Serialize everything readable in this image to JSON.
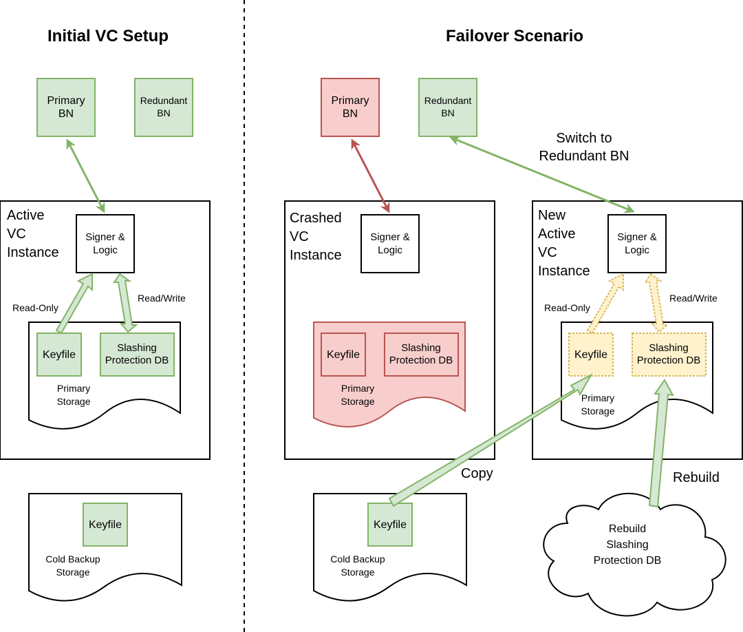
{
  "headings": {
    "left": "Initial VC Setup",
    "right": "Failover Scenario"
  },
  "initial": {
    "primary_bn": [
      "Primary",
      "BN"
    ],
    "redundant_bn": [
      "Redundant",
      "BN"
    ],
    "vc_title": [
      "Active",
      "VC",
      "Instance"
    ],
    "signer": [
      "Signer &",
      "Logic"
    ],
    "read_only": "Read-Only",
    "read_write": "Read/Write",
    "keyfile": "Keyfile",
    "slashing_db": [
      "Slashing",
      "Protection DB"
    ],
    "primary_storage": [
      "Primary",
      "Storage"
    ],
    "backup_keyfile": "Keyfile",
    "backup_storage": [
      "Cold Backup",
      "Storage"
    ]
  },
  "failover": {
    "primary_bn": [
      "Primary",
      "BN"
    ],
    "redundant_bn": [
      "Redundant",
      "BN"
    ],
    "switch_label": [
      "Switch to",
      "Redundant BN"
    ],
    "crashed_title": [
      "Crashed",
      "VC",
      "Instance"
    ],
    "crashed_signer": [
      "Signer &",
      "Logic"
    ],
    "crashed_keyfile": "Keyfile",
    "crashed_slashing_db": [
      "Slashing",
      "Protection DB"
    ],
    "crashed_storage": [
      "Primary",
      "Storage"
    ],
    "new_title": [
      "New",
      "Active",
      "VC",
      "Instance"
    ],
    "new_signer": [
      "Signer &",
      "Logic"
    ],
    "read_only": "Read-Only",
    "read_write": "Read/Write",
    "new_keyfile": "Keyfile",
    "new_slashing_db": [
      "Slashing",
      "Protection DB"
    ],
    "new_storage": [
      "Primary",
      "Storage"
    ],
    "copy_label": "Copy",
    "rebuild_label": "Rebuild",
    "backup_keyfile": "Keyfile",
    "backup_storage": [
      "Cold Backup",
      "Storage"
    ],
    "rebuild_cloud": [
      "Rebuild",
      "Slashing",
      "Protection DB"
    ]
  },
  "colors": {
    "green_fill": "#d5e8d4",
    "green_stroke": "#82b366",
    "red_fill": "#f8cecc",
    "red_stroke": "#b85450",
    "yellow_fill": "#fff2cc",
    "yellow_stroke": "#d6b656",
    "arrow_green": "#82b366",
    "arrow_red": "#b85450"
  }
}
